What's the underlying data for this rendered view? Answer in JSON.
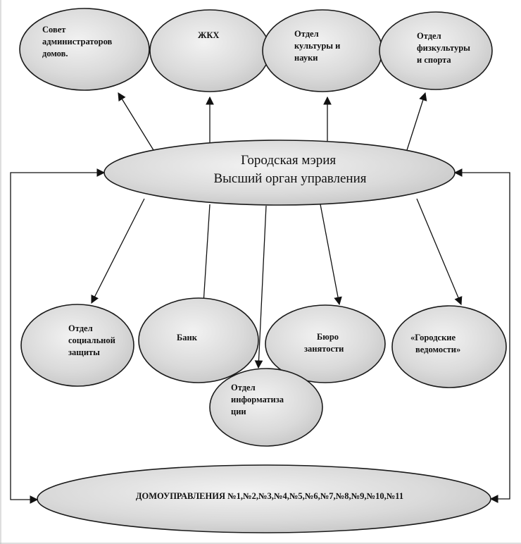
{
  "nodes": {
    "council": {
      "lines": [
        "Совет",
        "администраторов",
        "домов."
      ]
    },
    "zhkh": {
      "lines": [
        "ЖКХ"
      ]
    },
    "culture": {
      "lines": [
        "Отдел",
        "культуры и",
        "науки"
      ]
    },
    "sport": {
      "lines": [
        "Отдел",
        "физкультуры",
        "и спорта"
      ]
    },
    "mayor": {
      "lines": [
        "Городская мэрия",
        "Высший орган управления"
      ]
    },
    "social": {
      "lines": [
        "Отдел",
        "социальной",
        "защиты"
      ]
    },
    "bank": {
      "lines": [
        "Банк"
      ]
    },
    "employment": {
      "lines": [
        "Бюро",
        "занятости"
      ]
    },
    "news": {
      "lines": [
        "«Городские",
        "ведомости»"
      ]
    },
    "informatization": {
      "lines": [
        "Отдел",
        "информатиза",
        "ции"
      ]
    },
    "housing": {
      "lines": [
        "ДОМОУПРАВЛЕНИЯ №1,№2,№3,№4,№5,№6,№7,№8,№9,№10,№11"
      ]
    }
  },
  "colors": {
    "fill": "#d6d6d6",
    "stroke": "#1a1a1a",
    "text": "#111111"
  }
}
